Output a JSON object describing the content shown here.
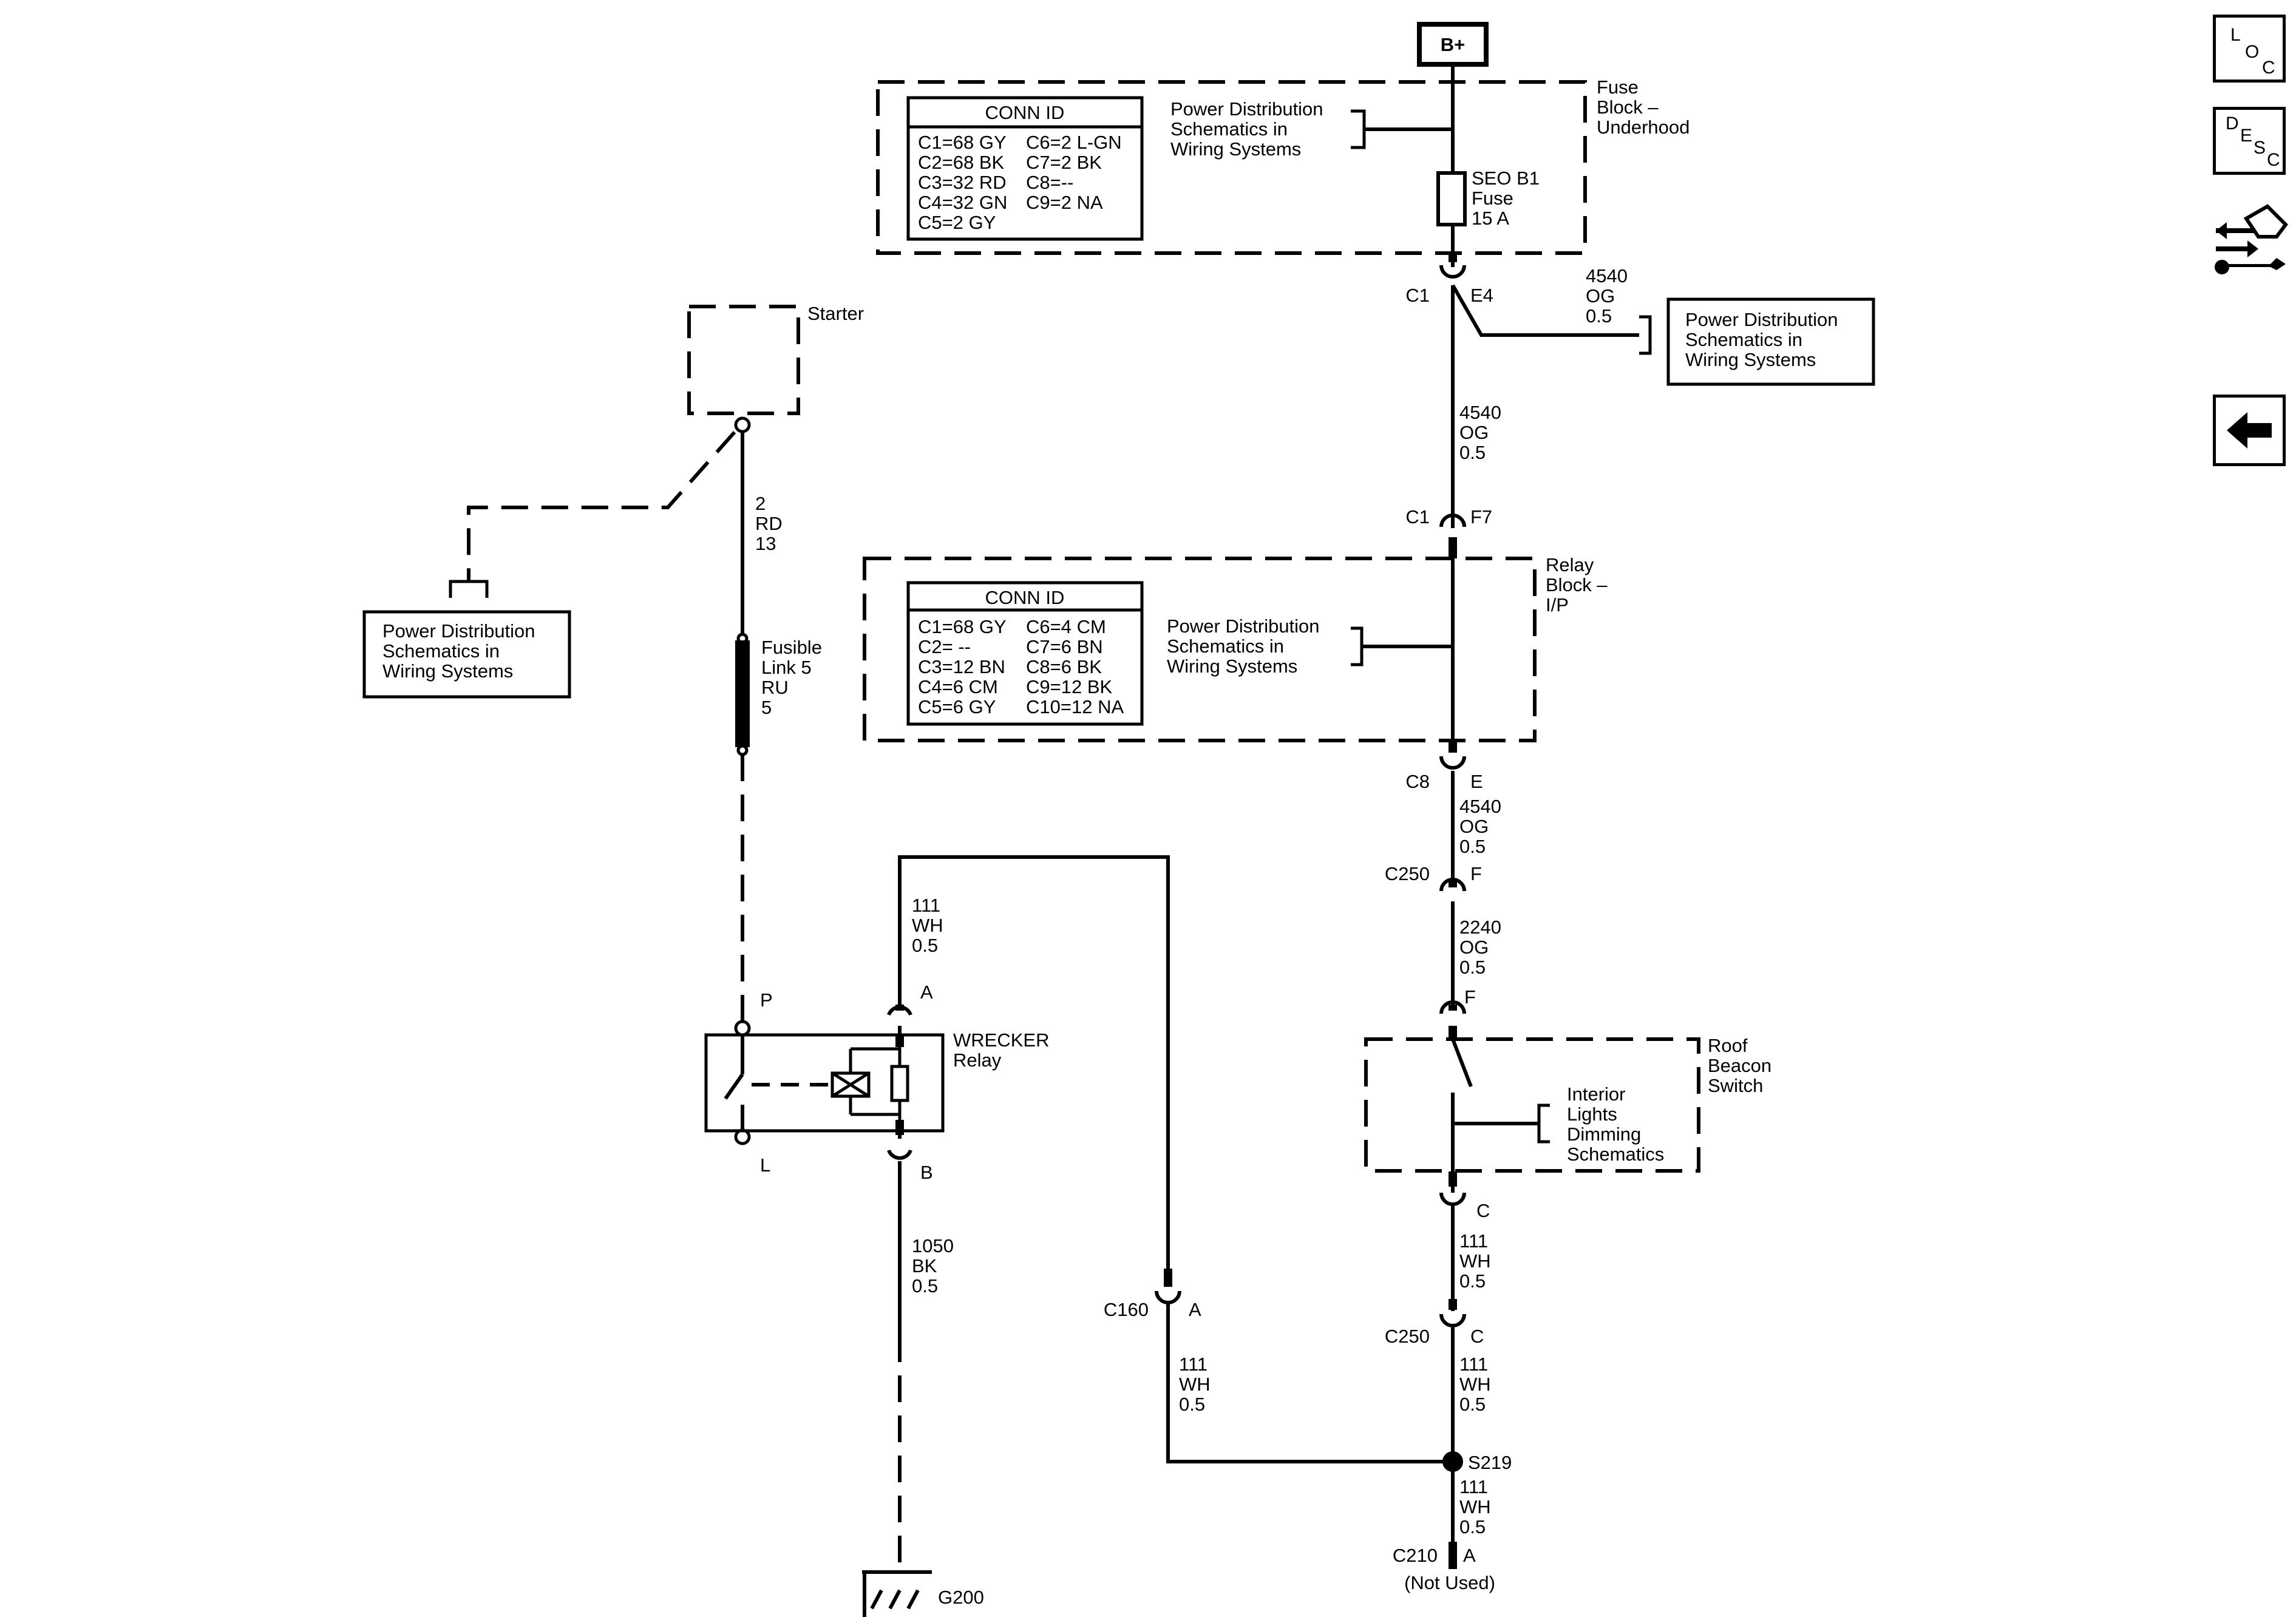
{
  "header": {
    "battery": "B+"
  },
  "fuse_block": {
    "title": [
      "Fuse",
      "Block –",
      "Underhood"
    ],
    "conn_title": "CONN ID",
    "conn_rows": [
      [
        "C1=68 GY",
        "C6=2 L-GN"
      ],
      [
        "C2=68 BK",
        "C7=2 BK"
      ],
      [
        "C3=32 RD",
        "C8=--"
      ],
      [
        "C4=32 GN",
        "C9=2 NA"
      ],
      [
        "C5=2 GY",
        ""
      ]
    ],
    "ref": [
      "Power Distribution",
      "Schematics in",
      "Wiring Systems"
    ],
    "fuse": [
      "SEO B1",
      "Fuse",
      "15 A"
    ]
  },
  "relay_block": {
    "title": [
      "Relay",
      "Block –",
      "I/P"
    ],
    "conn_title": "CONN ID",
    "conn_rows": [
      [
        "C1=68 GY",
        "C6=4 CM"
      ],
      [
        "C2= --",
        "C7=6 BN"
      ],
      [
        "C3=12 BN",
        "C8=6 BK"
      ],
      [
        "C4=6 CM",
        "C9=12 BK"
      ],
      [
        "C5=6 GY",
        "C10=12 NA"
      ]
    ],
    "ref": [
      "Power Distribution",
      "Schematics in",
      "Wiring Systems"
    ]
  },
  "power_ref_right": [
    "Power Distribution",
    "Schematics in",
    "Wiring Systems"
  ],
  "power_ref_left": [
    "Power Distribution",
    "Schematics in",
    "Wiring Systems"
  ],
  "starter": "Starter",
  "fusible_link": [
    "Fusible",
    "Link 5",
    "RU",
    "5"
  ],
  "wire_2rd": [
    "2",
    "RD",
    "13"
  ],
  "wrecker_relay": {
    "title": [
      "WRECKER",
      "Relay"
    ],
    "p": "P",
    "l": "L",
    "a": "A",
    "b": "B"
  },
  "roof_beacon": {
    "title": [
      "Roof",
      "Beacon",
      "Switch"
    ],
    "ref": [
      "Interior",
      "Lights",
      "Dimming",
      "Schematics"
    ]
  },
  "connectors": {
    "c1_e4": [
      "C1",
      "E4"
    ],
    "c1_f7": [
      "C1",
      "F7"
    ],
    "c8_e": [
      "C8",
      "E"
    ],
    "c250_f": [
      "C250",
      "F"
    ],
    "f_top": "F",
    "c_bottom": "C",
    "c250_c": [
      "C250",
      "C"
    ],
    "c160_a": [
      "C160",
      "A"
    ],
    "s219": "S219",
    "c210_a": [
      "C210",
      "A"
    ],
    "not_used": "(Not Used)",
    "g200": "G200"
  },
  "wires": {
    "w4540_branch": [
      "4540",
      "OG",
      "0.5"
    ],
    "w4540_a": [
      "4540",
      "OG",
      "0.5"
    ],
    "w4540_b": [
      "4540",
      "OG",
      "0.5"
    ],
    "w2240": [
      "2240",
      "OG",
      "0.5"
    ],
    "w111_relay": [
      "111",
      "WH",
      "0.5"
    ],
    "w1050": [
      "1050",
      "BK",
      "0.5"
    ],
    "w111_c160": [
      "111",
      "WH",
      "0.5"
    ],
    "w111_sw": [
      "111",
      "WH",
      "0.5"
    ],
    "w111_c250": [
      "111",
      "WH",
      "0.5"
    ],
    "w111_s219": [
      "111",
      "WH",
      "0.5"
    ]
  },
  "nav": {
    "loc": [
      "L",
      "O",
      "C"
    ],
    "desc": [
      "D",
      "E",
      "S",
      "C"
    ]
  }
}
